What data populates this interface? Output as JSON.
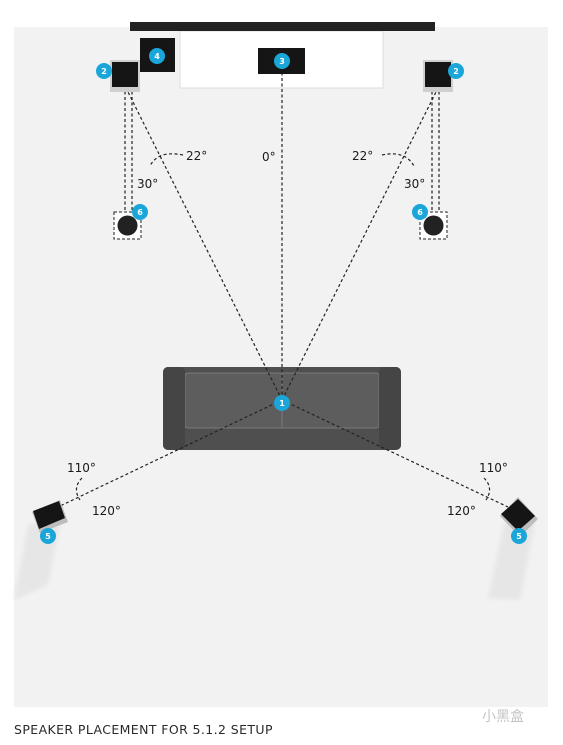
{
  "caption": "SPEAKER PLACEMENT FOR 5.1.2 SETUP",
  "watermark": "小黑盒",
  "colors": {
    "badge": "#1aa6d8",
    "speaker": "#151515",
    "sofa": "#4f4f4f",
    "room": "#f2f2f2",
    "screen": "#222222"
  },
  "badges": {
    "listener": "1",
    "front": "2",
    "center": "3",
    "subwoofer": "4",
    "surround": "5",
    "height": "6"
  },
  "angles": {
    "center": "0°",
    "front_inner": "22°",
    "front_outer": "30°",
    "surround_inner": "110°",
    "surround_outer": "120°"
  }
}
